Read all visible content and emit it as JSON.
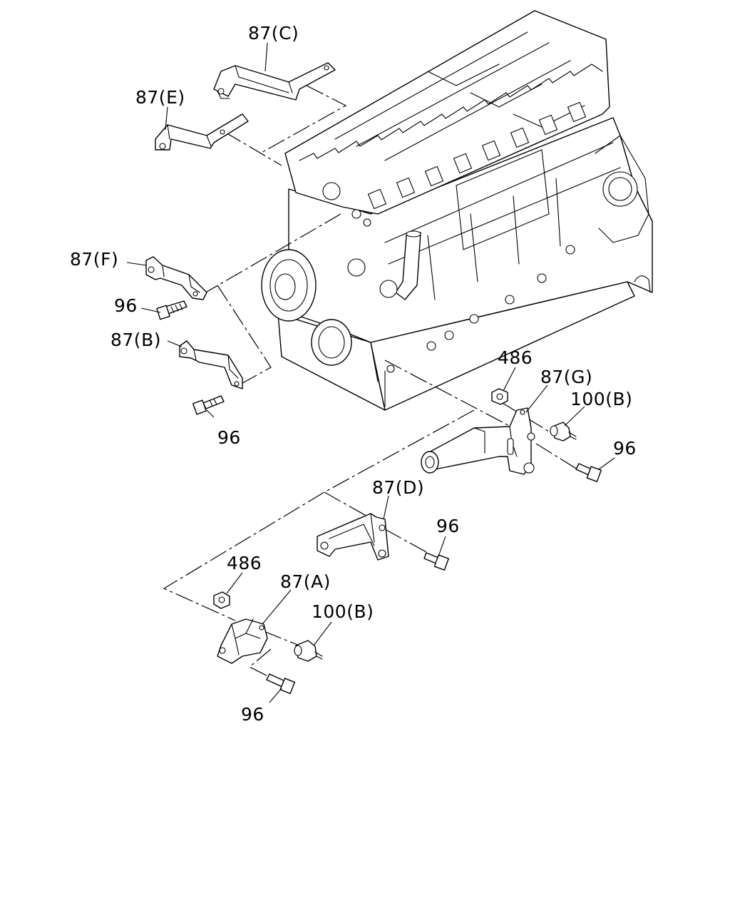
{
  "callouts": {
    "c87C": "87(C)",
    "c87E": "87(E)",
    "c87F": "87(F)",
    "c96a": "96",
    "c87B": "87(B)",
    "c96b": "96",
    "c486a": "486",
    "c87G": "87(G)",
    "c100Ba": "100(B)",
    "c96c": "96",
    "c87D": "87(D)",
    "c96d": "96",
    "c486b": "486",
    "c87A": "87(A)",
    "c100Bb": "100(B)",
    "c96e": "96"
  },
  "colors": {
    "line": "#000000",
    "background": "#ffffff"
  }
}
